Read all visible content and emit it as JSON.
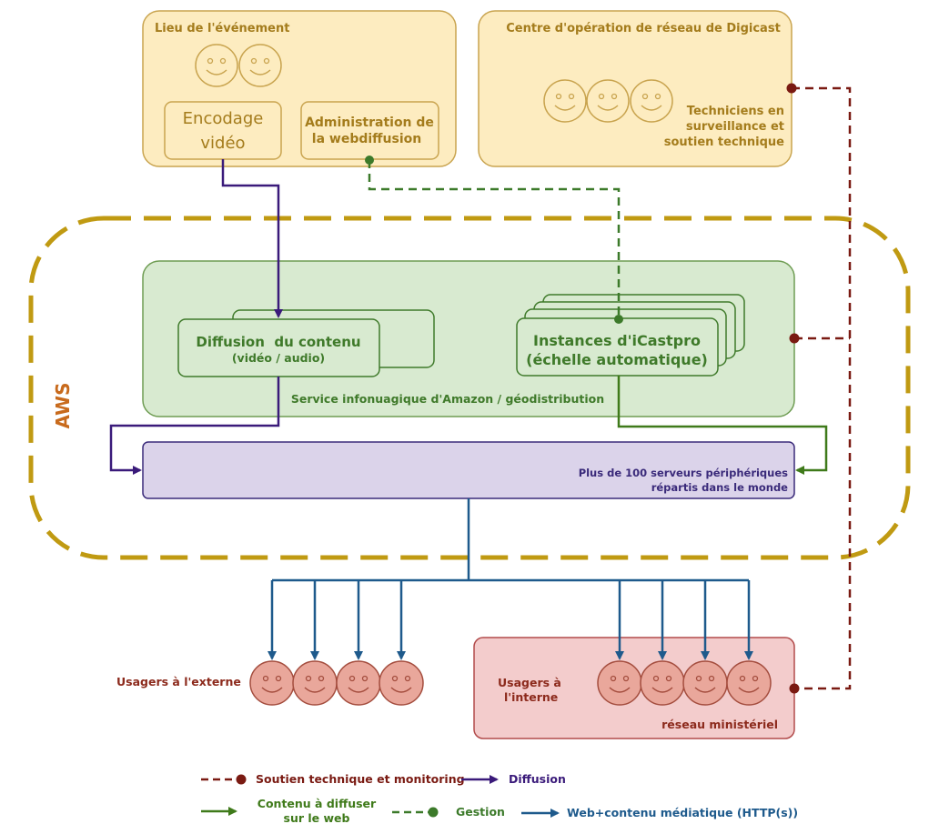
{
  "colors": {
    "event_fill": "#fdecc0",
    "event_stroke": "#c9a44f",
    "event_text": "#a47c1c",
    "aws_border": "#c09a12",
    "aws_label": "#c86a1c",
    "service_fill": "#d8ead0",
    "service_stroke": "#6e9c52",
    "service_text": "#3f7a2a",
    "edge_fill": "#dbd3ea",
    "edge_stroke": "#3a2a7a",
    "internal_fill": "#f3cccc",
    "internal_stroke": "#b24b4b",
    "face_fill": "#e9a79b",
    "face_stroke": "#a44d3e",
    "users_text": "#8c2a1c",
    "support_line": "#7a1a12",
    "diffusion_line": "#3a1a7a",
    "content_line": "#3f7a1a",
    "management_line": "#3c7a2a",
    "web_line": "#1e5a8c"
  },
  "event_venue": {
    "title": "Lieu de l'événement",
    "encoding_line1": "Encodage",
    "encoding_line2": "vidéo",
    "admin_line1": "Administration de",
    "admin_line2": "la webdiffusion"
  },
  "noc": {
    "title": "Centre d'opération de réseau de Digicast",
    "techs_line1": "Techniciens en",
    "techs_line2": "surveillance et",
    "techs_line3": "soutien technique"
  },
  "aws": {
    "label": "AWS",
    "service_caption": "Service infonuagique d'Amazon / géodistribution",
    "diffusion_title": "Diffusion  du contenu",
    "diffusion_subtitle": "(vidéo / audio)",
    "instances_line1": "Instances d'iCastpro",
    "instances_line2": "(échelle automatique)",
    "edge_line1": "Plus de 100 serveurs périphériques",
    "edge_line2": "répartis dans le monde"
  },
  "users": {
    "external_label": "Usagers à l'externe",
    "internal_line1": "Usagers à",
    "internal_line2": "l'interne",
    "network_label": "réseau ministériel"
  },
  "legend": {
    "support": "Soutien technique et monitoring",
    "diffusion": "Diffusion",
    "content_line1": "Contenu à diffuser",
    "content_line2": "sur le web",
    "management": "Gestion",
    "web": "Web+contenu médiatique (HTTP(s))"
  }
}
